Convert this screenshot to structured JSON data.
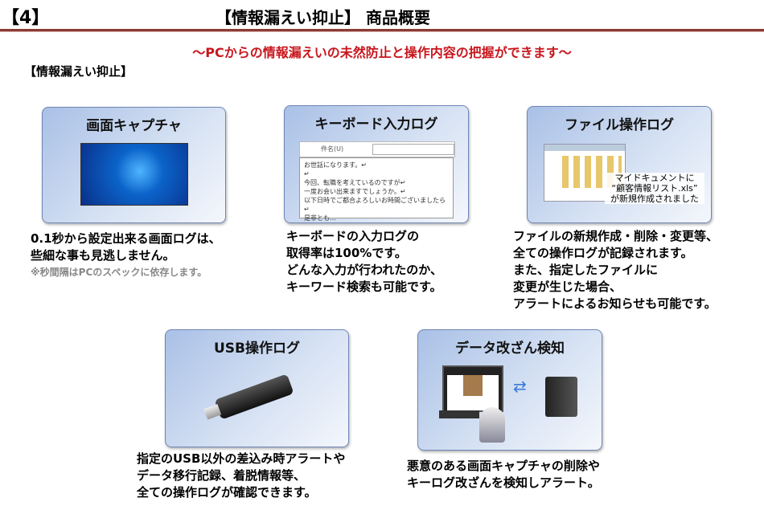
{
  "header": {
    "number": "【4】",
    "title": "【情報漏えい抑止】 商品概要"
  },
  "subtitle": "～PCからの情報漏えいの未然防止と操作内容の把握ができます～",
  "section": "【情報漏えい抑止】",
  "cards": [
    {
      "title": "画面キャプチャ",
      "desc": [
        "0.1秒から設定出来る画面ログは、",
        "些細な事も見逃しません。"
      ],
      "note": "※秒間隔はPCのスペックに依存します。"
    },
    {
      "title": "キーボード入力ログ",
      "field": "件名(U)",
      "mail": [
        "お世話になります。↵",
        "↵",
        "今回、転職を考えているのですが↵",
        "一度お会い出来ますでしょうか。↵",
        "以下日時でご都合よろしいお時間ございましたら↵",
        "是非とも…"
      ],
      "desc": [
        "キーボードの入力ログの",
        "取得率は100%です。",
        "どんな入力が行われたのか、",
        "キーワード検索も可能です。"
      ]
    },
    {
      "title": "ファイル操作ログ",
      "caption": [
        "マイドキュメントに",
        "“顧客情報リスト.xls”",
        "が新規作成されました"
      ],
      "desc": [
        "ファイルの新規作成・削除・変更等、",
        "全ての操作ログが記録されます。",
        "また、指定したファイルに",
        "変更が生じた場合、",
        "アラートによるお知らせも可能です。"
      ]
    },
    {
      "title": "USB操作ログ",
      "desc": [
        "指定のUSB以外の差込み時アラートや",
        "データ移行記録、着脱情報等、",
        "全ての操作ログが確認できます。"
      ]
    },
    {
      "title": "データ改ざん検知",
      "desc": [
        "悪意のある画面キャプチャの削除や",
        "キーログ改ざんを検知しアラート。"
      ]
    }
  ]
}
